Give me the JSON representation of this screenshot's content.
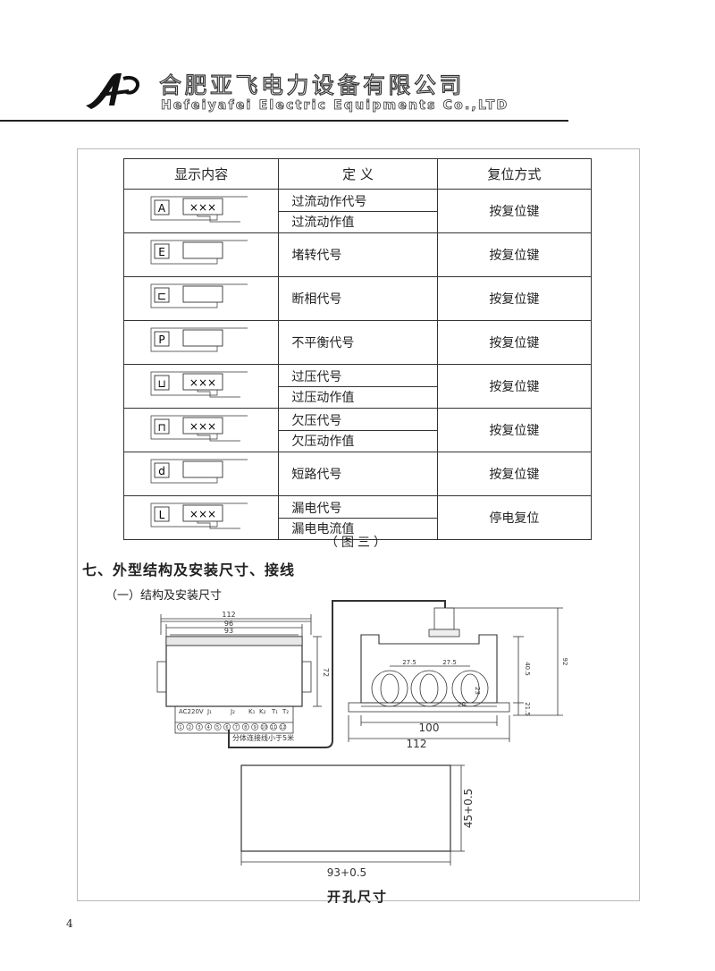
{
  "header": {
    "company_cn": "合肥亚飞电力设备有限公司",
    "company_en": "Hefeiyafei Electric Equipments Co.,LTD"
  },
  "table": {
    "headers": [
      "显示内容",
      "定 义",
      "复位方式"
    ],
    "rows": [
      {
        "code": "A",
        "has_xxx": true,
        "defs": [
          "过流动作代号",
          "过流动作值"
        ],
        "reset": "按复位键"
      },
      {
        "code": "E",
        "has_xxx": false,
        "defs": [
          "堵转代号"
        ],
        "reset": "按复位键"
      },
      {
        "code": "⊏",
        "has_xxx": false,
        "defs": [
          "断相代号"
        ],
        "reset": "按复位键"
      },
      {
        "code": "P",
        "has_xxx": false,
        "defs": [
          "不平衡代号"
        ],
        "reset": "按复位键"
      },
      {
        "code": "⊔",
        "has_xxx": true,
        "defs": [
          "过压代号",
          "过压动作值"
        ],
        "reset": "按复位键"
      },
      {
        "code": "⊓",
        "has_xxx": true,
        "defs": [
          "欠压代号",
          "欠压动作值"
        ],
        "reset": "按复位键"
      },
      {
        "code": "d",
        "has_xxx": false,
        "defs": [
          "短路代号"
        ],
        "reset": "按复位键"
      },
      {
        "code": "L",
        "has_xxx": true,
        "defs": [
          "漏电代号",
          "漏电电流值"
        ],
        "reset": "停电复位"
      }
    ],
    "xxx_text": "×××"
  },
  "caption": "（图三）",
  "section_title": "七、外型结构及安装尺寸、接线",
  "subsection_title": "（一）结构及安装尺寸",
  "drawing": {
    "dim_112_top": "112",
    "dim_96": "96",
    "dim_93": "93",
    "dim_72": "72",
    "terminal_labels": [
      "AC220V",
      "J₁",
      "J₂",
      "K₁",
      "K₂",
      "T₁",
      "T₂"
    ],
    "terminal_numbers": [
      "1",
      "2",
      "3",
      "4",
      "5",
      "6",
      "7",
      "8",
      "9",
      "10",
      "11",
      "12"
    ],
    "cable_note": "分体连接线小于5米",
    "dim_27_5_a": "27.5",
    "dim_27_5_b": "27.5",
    "dim_23": "23",
    "dim_20": "20",
    "dim_40_5": "40.5",
    "dim_21_5": "21.5",
    "dim_92": "92",
    "dim_100": "100",
    "dim_112_bottom": "112",
    "cutout_height": "45+0.5",
    "cutout_width": "93+0.5"
  },
  "cutout_caption": "开孔尺寸",
  "page_number": "4"
}
